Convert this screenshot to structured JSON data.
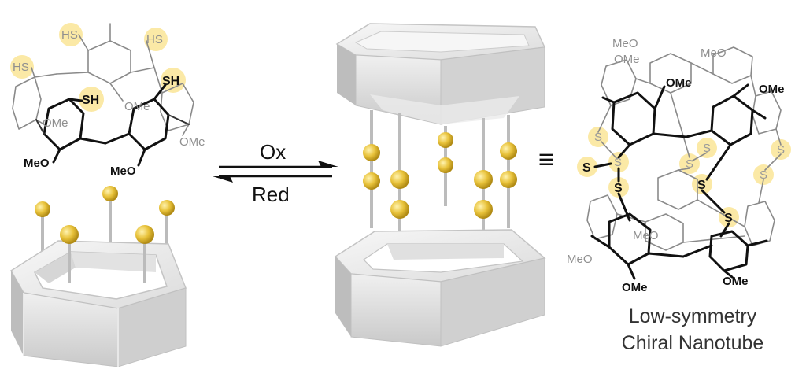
{
  "reaction": {
    "forward_label": "Ox",
    "reverse_label": "Red",
    "equivalence_symbol": "≡"
  },
  "monomer": {
    "thiol_labels": [
      "HS",
      "HS",
      "HS",
      "SH",
      "SH"
    ],
    "methoxy_labels": [
      "OMe",
      "OMe",
      "OMe",
      "MeO",
      "MeO"
    ]
  },
  "nanotube": {
    "sulfur_labels": [
      "S",
      "S",
      "S",
      "S",
      "S",
      "S",
      "S",
      "S",
      "S",
      "S"
    ],
    "methoxy_labels": [
      "MeO",
      "OMe",
      "MeO",
      "OMe",
      "OMe",
      "MeO",
      "MeO",
      "OMe",
      "OMe"
    ],
    "caption_line1": "Low-symmetry",
    "caption_line2": "Chiral Nanotube"
  },
  "colors": {
    "sulfur_ball": "#e8c23a",
    "thiol_highlight": "#fbe9a6",
    "prism_fill": "#d8d8d8",
    "prism_edge": "#bdbdbd"
  }
}
